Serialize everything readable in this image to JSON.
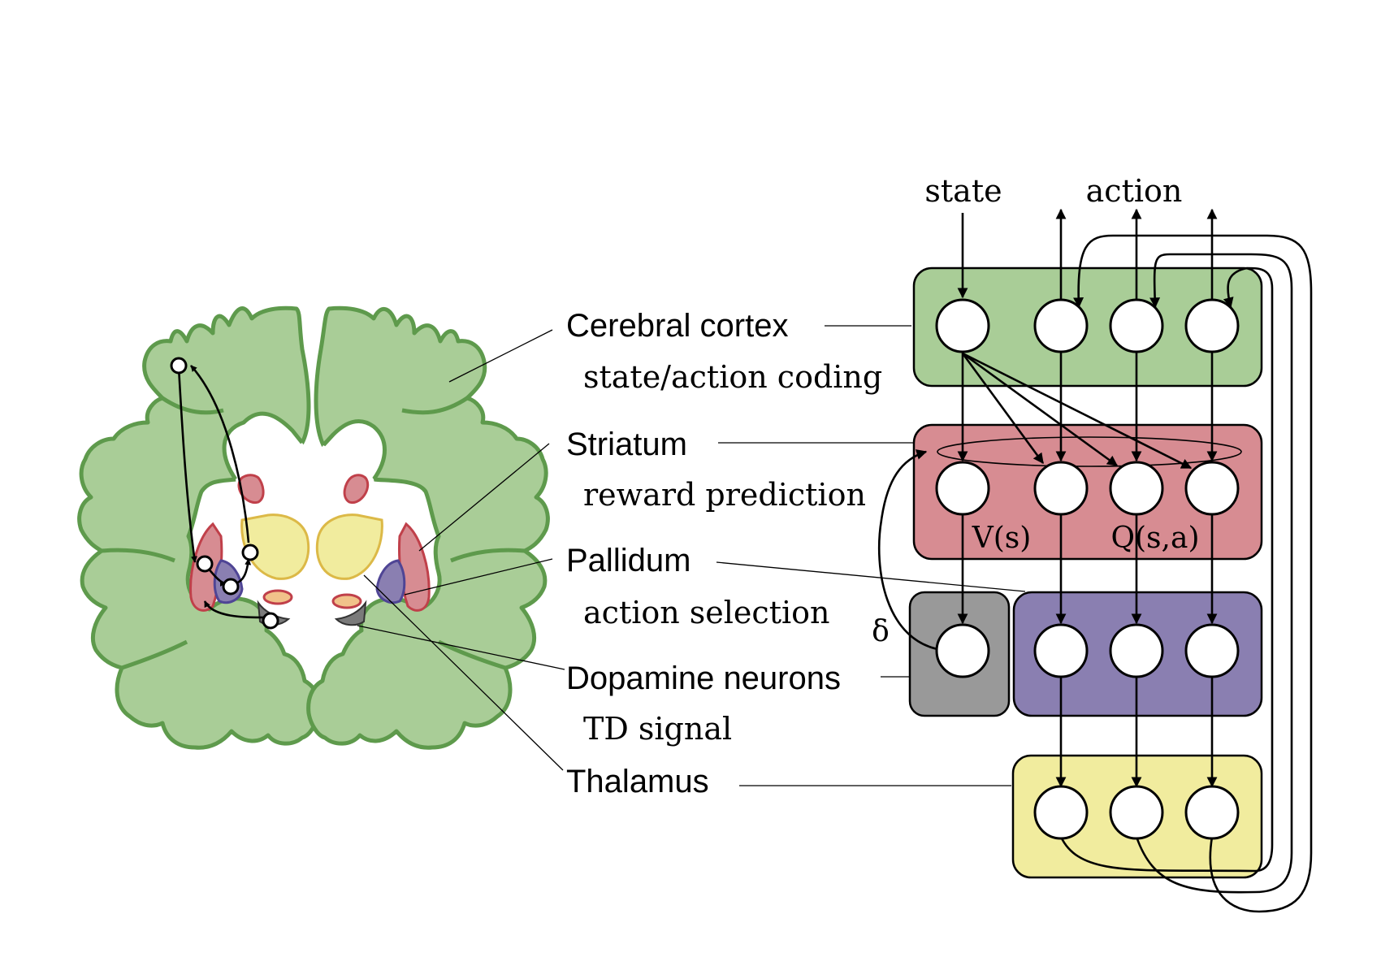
{
  "labels": {
    "cortex": "Cerebral cortex",
    "cortex_role": "state/action coding",
    "striatum": "Striatum",
    "striatum_role": "reward prediction",
    "pallidum": "Pallidum",
    "pallidum_role": "action selection",
    "dopamine": "Dopamine neurons",
    "dopamine_role": "TD signal",
    "thalamus": "Thalamus"
  },
  "network": {
    "input_label": "state",
    "output_label": "action",
    "value_label": "V(s)",
    "q_label": "Q(s,a)",
    "delta_label": "δ"
  },
  "colors": {
    "cortex": "#a9cd97",
    "striatum": "#d78c92",
    "pallidum": "#8a7fb1",
    "dopamine": "#999999",
    "thalamus": "#f1ec9e"
  }
}
